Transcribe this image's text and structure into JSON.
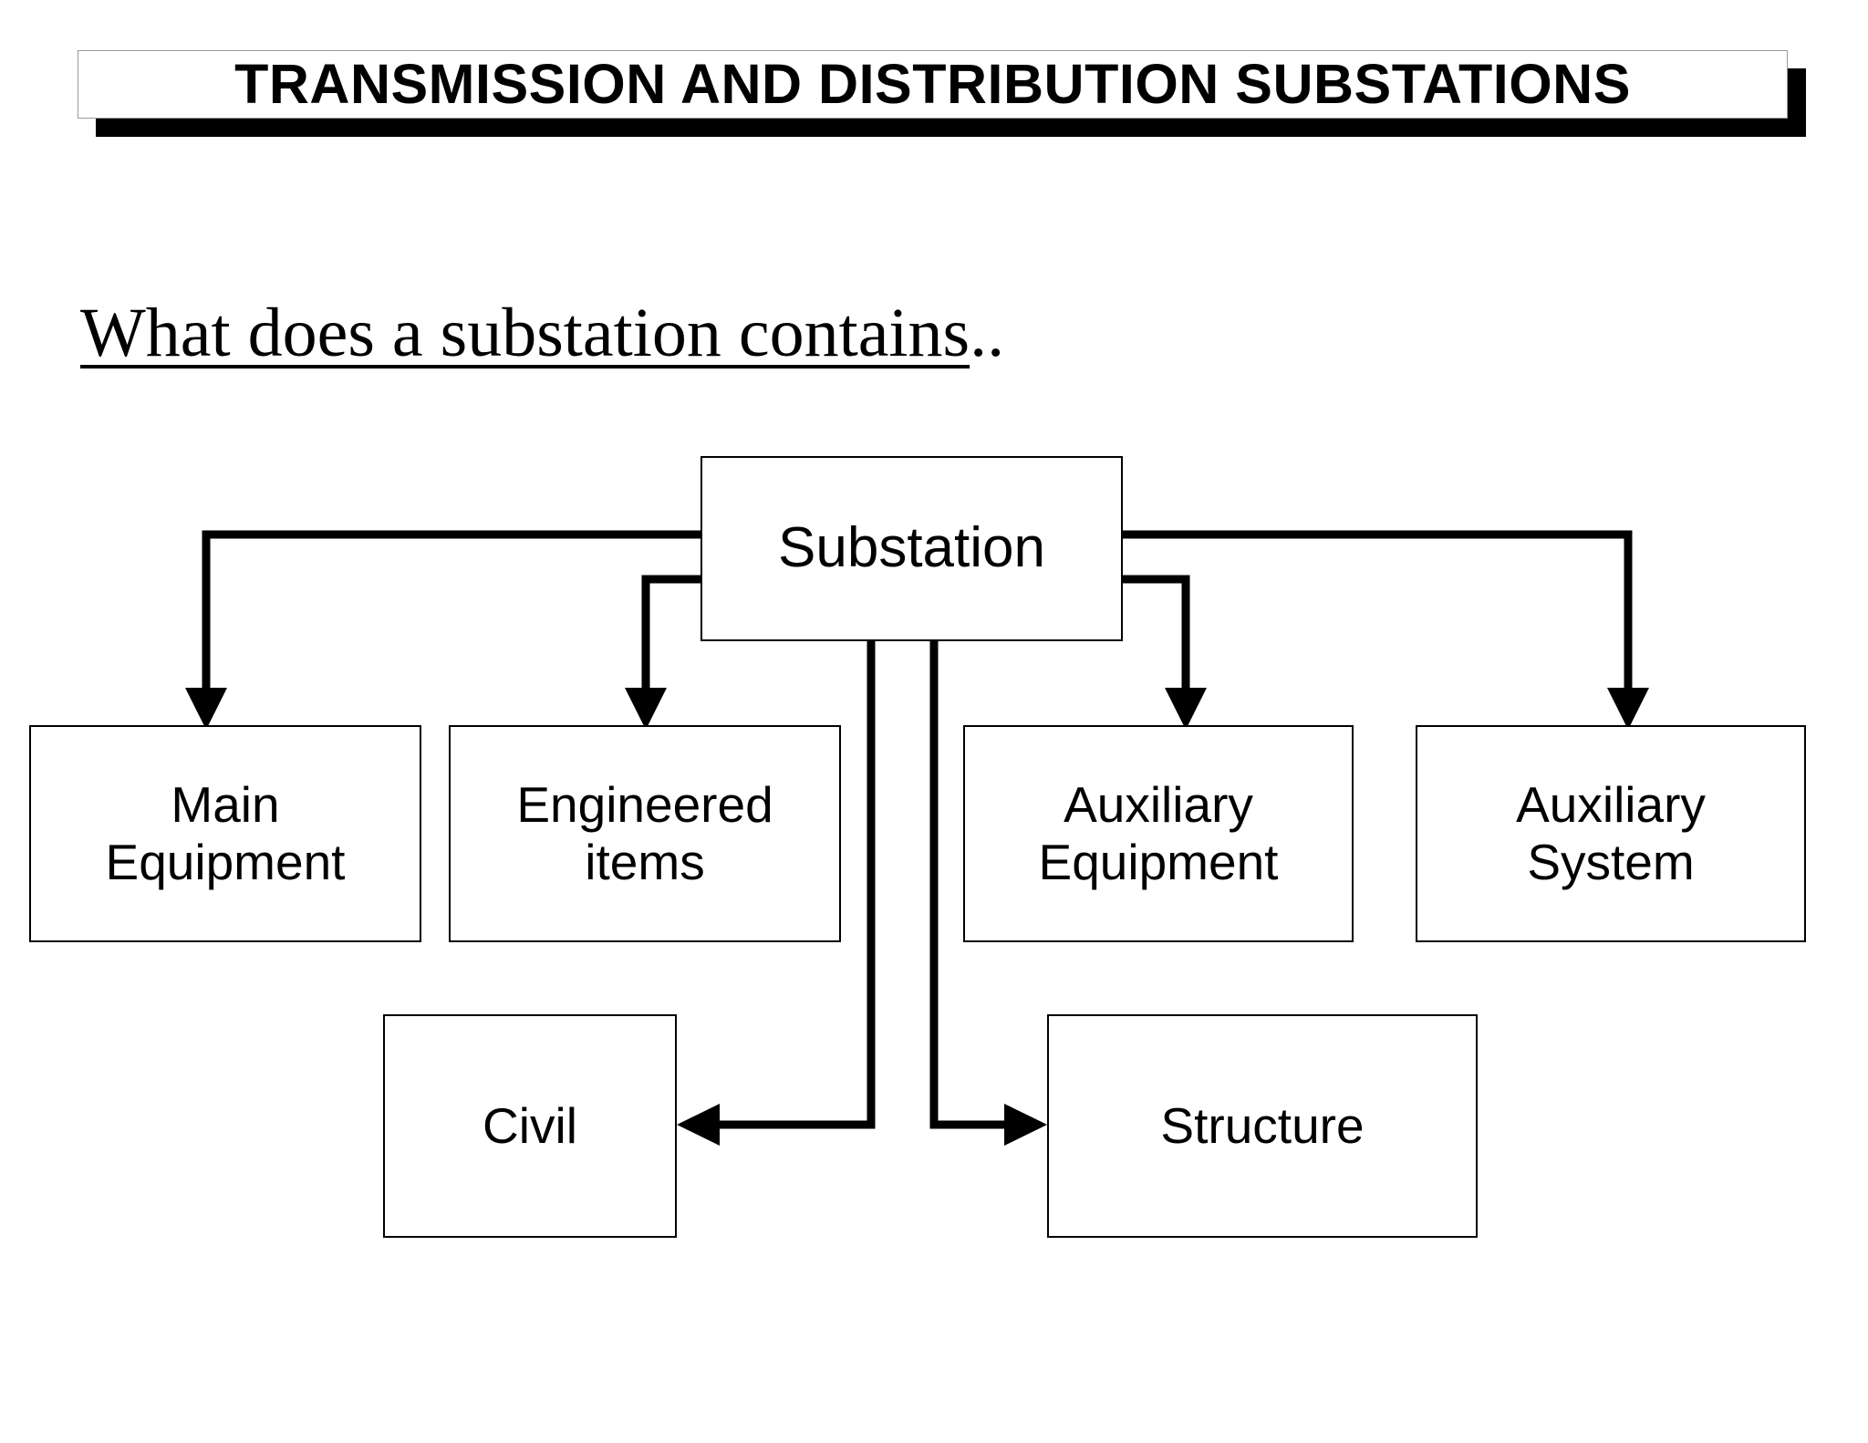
{
  "slide": {
    "title": "TRANSMISSION AND DISTRIBUTION SUBSTATIONS",
    "subtitle_underlined": "What does a substation contains",
    "subtitle_tail": ".."
  },
  "diagram": {
    "type": "tree-flowchart",
    "root": {
      "id": "substation",
      "label": "Substation"
    },
    "children": [
      {
        "id": "main-equipment",
        "label": "Main\nEquipment",
        "label_line1": "Main",
        "label_line2": "Equipment"
      },
      {
        "id": "engineered-items",
        "label": "Engineered\nitems",
        "label_line1": "Engineered",
        "label_line2": "items"
      },
      {
        "id": "civil",
        "label": "Civil",
        "label_line1": "Civil",
        "label_line2": ""
      },
      {
        "id": "structure",
        "label": "Structure",
        "label_line1": "Structure",
        "label_line2": ""
      },
      {
        "id": "auxiliary-equipment",
        "label": "Auxiliary\nEquipment",
        "label_line1": "Auxiliary",
        "label_line2": "Equipment"
      },
      {
        "id": "auxiliary-system",
        "label": "Auxiliary\nSystem",
        "label_line1": "Auxiliary",
        "label_line2": "System"
      }
    ],
    "edges": [
      {
        "from": "substation",
        "to": "main-equipment",
        "direction": "down"
      },
      {
        "from": "substation",
        "to": "engineered-items",
        "direction": "down"
      },
      {
        "from": "substation",
        "to": "auxiliary-equipment",
        "direction": "down"
      },
      {
        "from": "substation",
        "to": "auxiliary-system",
        "direction": "down"
      },
      {
        "from": "substation",
        "to": "civil",
        "direction": "left"
      },
      {
        "from": "substation",
        "to": "structure",
        "direction": "right"
      }
    ]
  },
  "colors": {
    "background": "#ffffff",
    "ink": "#000000",
    "title_border": "#9a9a9a",
    "title_shadow": "#000000"
  }
}
